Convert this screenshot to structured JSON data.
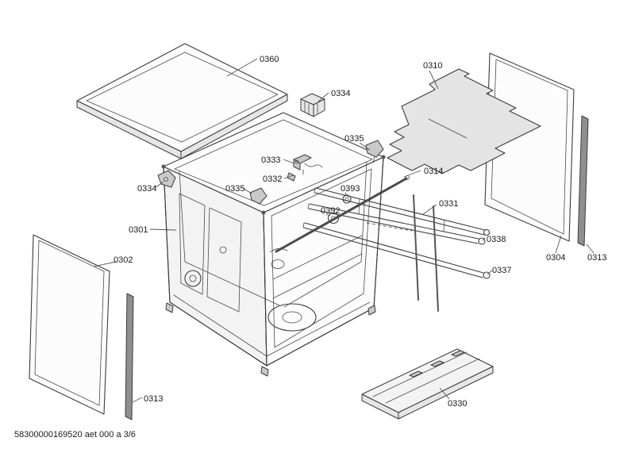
{
  "doc": {
    "footer": "58300000169520 aet 000 a 3/6"
  },
  "labels": {
    "l0360": "0360",
    "l0334_top": "0334",
    "l0310": "0310",
    "l0335_right": "0335",
    "l0333": "0333",
    "l0332": "0332",
    "l0314": "0314",
    "l0393": "0393",
    "l0392": "0392",
    "l0331": "0331",
    "l0335_left": "0335",
    "l0334_left": "0334",
    "l0301": "0301",
    "l0302": "0302",
    "l0338": "0338",
    "l0304": "0304",
    "l0313_right": "0313",
    "l0337": "0337",
    "l0313_left": "0313",
    "l0330": "0330"
  },
  "colors": {
    "line": "#3c3c3c",
    "leader": "#555555",
    "label_text": "#1a1a1a",
    "fill_light": "#f3f3f3",
    "fill_mat": "#e4e4e4",
    "background": "#ffffff"
  }
}
